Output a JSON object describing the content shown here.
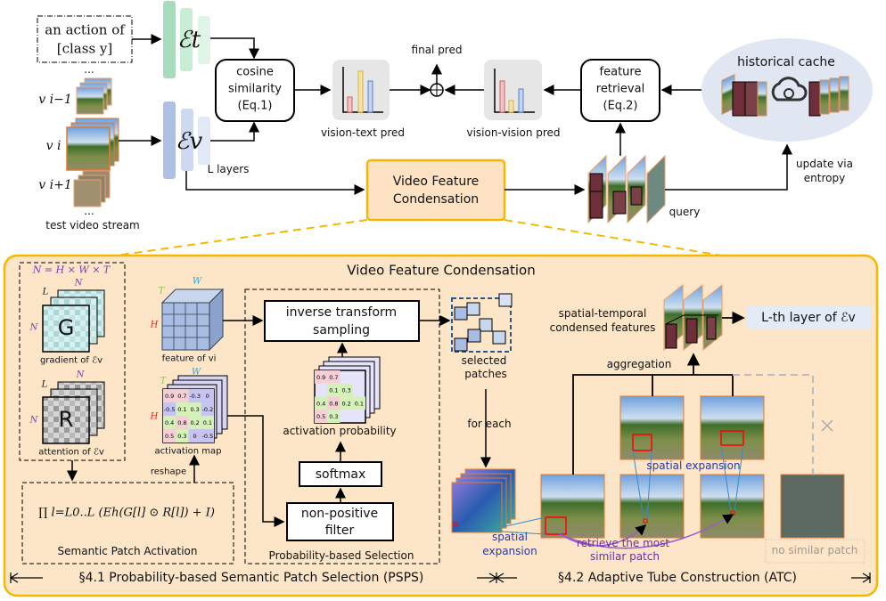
{
  "top": {
    "text_prompt": [
      "an action of",
      "[class y]"
    ],
    "text_encoder": "ℰt",
    "video_encoder": "ℰv",
    "encoder_layers": "L layers",
    "frames": [
      "v i−1",
      "v i",
      "v i+1"
    ],
    "ellipsis": "...",
    "stream_label": "test video stream",
    "cosine_box": [
      "cosine",
      "similarity",
      "(Eq.1)"
    ],
    "vision_text_pred": "vision-text pred",
    "final_pred": "final pred",
    "plus": "⊕",
    "vision_vision_pred": "vision-vision pred",
    "retrieval_box": [
      "feature",
      "retrieval",
      "(Eq.2)"
    ],
    "cache_title": "historical cache",
    "update_label": [
      "update via",
      "entropy"
    ],
    "query_label": "query",
    "condensation_box": [
      "Video Feature",
      "Condensation"
    ],
    "colors": {
      "text_encoder": "#8fd3a8",
      "video_encoder": "#a9bde3",
      "condensation_fill": "#fde3c4",
      "condensation_border": "#f5b800",
      "cache_fill": "#e1e7f2"
    }
  },
  "panel": {
    "title": "Video Feature Condensation",
    "formula_n": "N = H × W × T",
    "gradient_symbol": "G",
    "gradient_label": "gradient of ℰv",
    "attention_symbol": "R",
    "attention_label": "attention of ℰv",
    "dims": {
      "L": "L",
      "N": "N",
      "H": "H",
      "W": "W",
      "T": "T"
    },
    "feature_label": "feature of vi",
    "activation_map_label": "activation map",
    "activation_map_values": [
      [
        "0.9",
        "0.7",
        "-0.3",
        "0"
      ],
      [
        "-0.5",
        "0.1",
        "0.3",
        "-0.2"
      ],
      [
        "0.4",
        "0.8",
        "0.2",
        "0.1"
      ],
      [
        "0.5",
        "0.3",
        "0",
        "-0.5"
      ]
    ],
    "reshape": "reshape",
    "spa_formula": "∏ l=L0..L (Eh(G[l] ⊙ R[l]) + I)",
    "spa_label": "Semantic Patch Activation",
    "inverse_box": [
      "inverse transform",
      "sampling"
    ],
    "activation_probability_label": "activation probability",
    "activation_probability_values": [
      [
        "0.9",
        "0.7",
        "",
        ""
      ],
      [
        "",
        "0.1",
        "0.3",
        ""
      ],
      [
        "0.4",
        "0.8",
        "0.2",
        "0.1"
      ],
      [
        "0.5",
        "0.3",
        "",
        ""
      ]
    ],
    "softmax": "softmax",
    "filter_box": [
      "non-positive",
      "filter"
    ],
    "pbs_label": "Probability-based Selection",
    "selected_patches": [
      "selected",
      "patches"
    ],
    "for_each": "for each",
    "spatial_expansion_left": [
      "spatial",
      "expansion"
    ],
    "spatial_expansion_top": "spatial expansion",
    "retrieve_label": [
      "retrieve the most",
      "similar patch"
    ],
    "no_similar": "no similar patch",
    "aggregation": "aggregation",
    "st_features": [
      "spatial-temporal",
      "condensed features"
    ],
    "output_box": "L-th layer of ℰv",
    "section_41": "§4.1 Probability-based Semantic Patch Selection (PSPS)",
    "section_42": "§4.2 Adaptive Tube Construction (ATC)",
    "colors": {
      "panel_fill": "#fde5c8",
      "panel_border": "#f5b800",
      "output_fill": "#e3ebf6"
    }
  }
}
